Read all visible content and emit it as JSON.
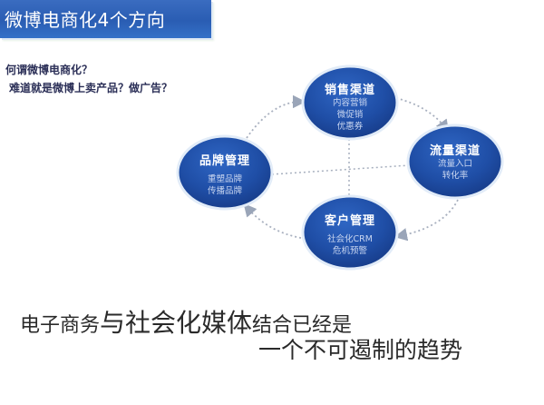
{
  "title_bar": {
    "title": "微博电商化4个方向",
    "color": "#2d62b8"
  },
  "questions": {
    "line1": "何谓微博电商化？",
    "line2": "难道就是微博上卖产品？做广告？"
  },
  "diagram": {
    "node_color": "#1f4ea6",
    "connector_style": "dotted-arrow",
    "nodes": [
      {
        "id": "sales-channel",
        "title": "销售渠道",
        "items": [
          "内容营销",
          "微促销",
          "优惠券"
        ]
      },
      {
        "id": "traffic-channel",
        "title": "流量渠道",
        "items": [
          "流量入口",
          "转化率"
        ]
      },
      {
        "id": "brand-management",
        "title": "品牌管理",
        "items": [
          "重塑品牌",
          "传播品牌"
        ]
      },
      {
        "id": "customer-management",
        "title": "客户管理",
        "items": [
          "社会化CRM",
          "危机预警"
        ]
      }
    ]
  },
  "slogan": {
    "line1_part1": "电子商务",
    "line1_part2": "与社会化媒体",
    "line1_part3": "结合已经是",
    "line2": "一个不可遏制的趋势"
  }
}
